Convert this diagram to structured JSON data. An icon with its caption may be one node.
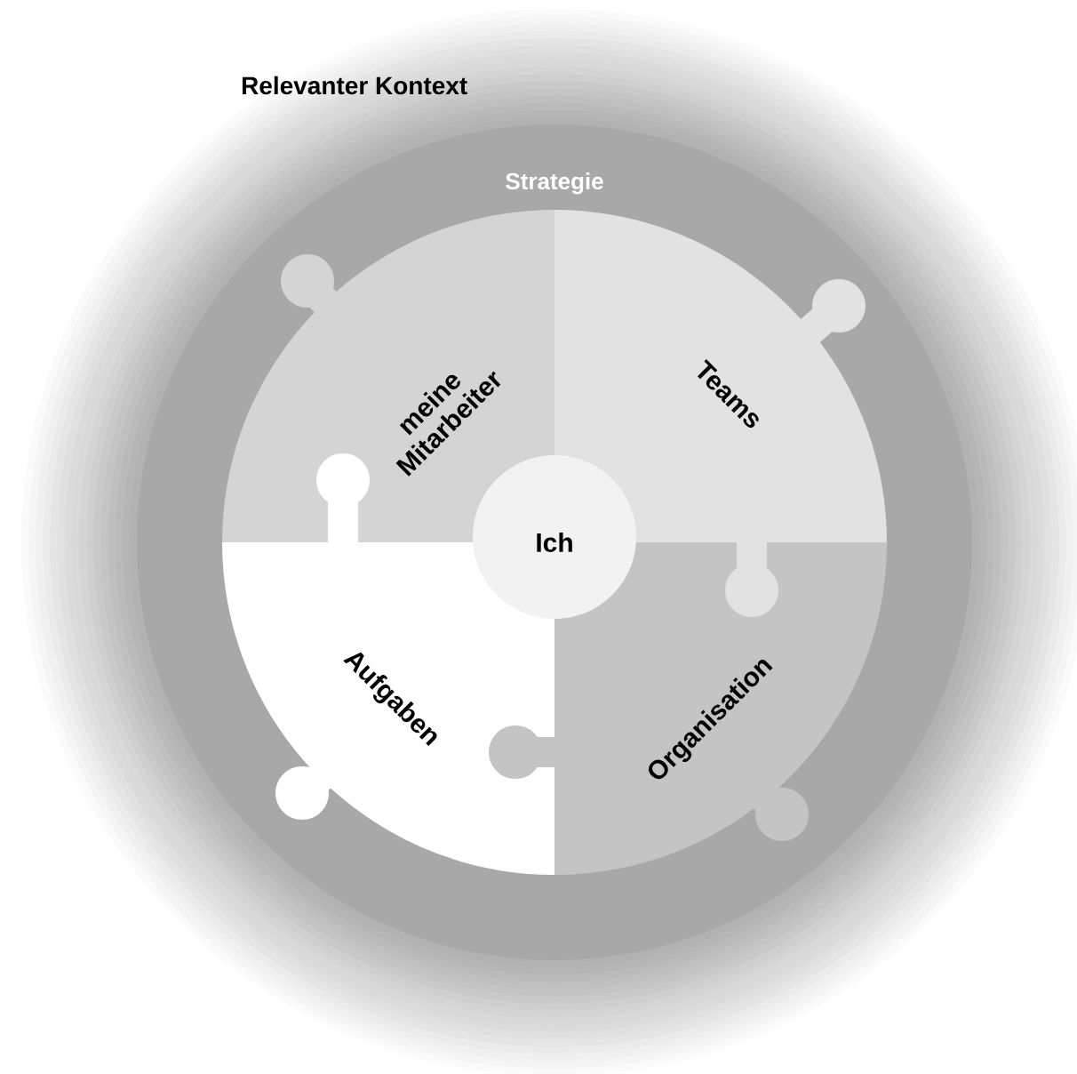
{
  "diagram": {
    "nodes": [
      {
        "text": [
          "Relevanter Kontext"
        ]
      },
      {
        "text": [
          "Strategie"
        ],
        "in": 0
      },
      {
        "text": [
          "meine Mitarbeiter"
        ],
        "in": 1
      },
      {
        "text": [
          "Teams"
        ],
        "in": 1
      },
      {
        "text": [
          "Aufgaben"
        ],
        "in": 1
      },
      {
        "text": [
          "Organisation"
        ],
        "in": 1
      },
      {
        "text": [
          "Ich"
        ],
        "in": 1
      }
    ]
  }
}
